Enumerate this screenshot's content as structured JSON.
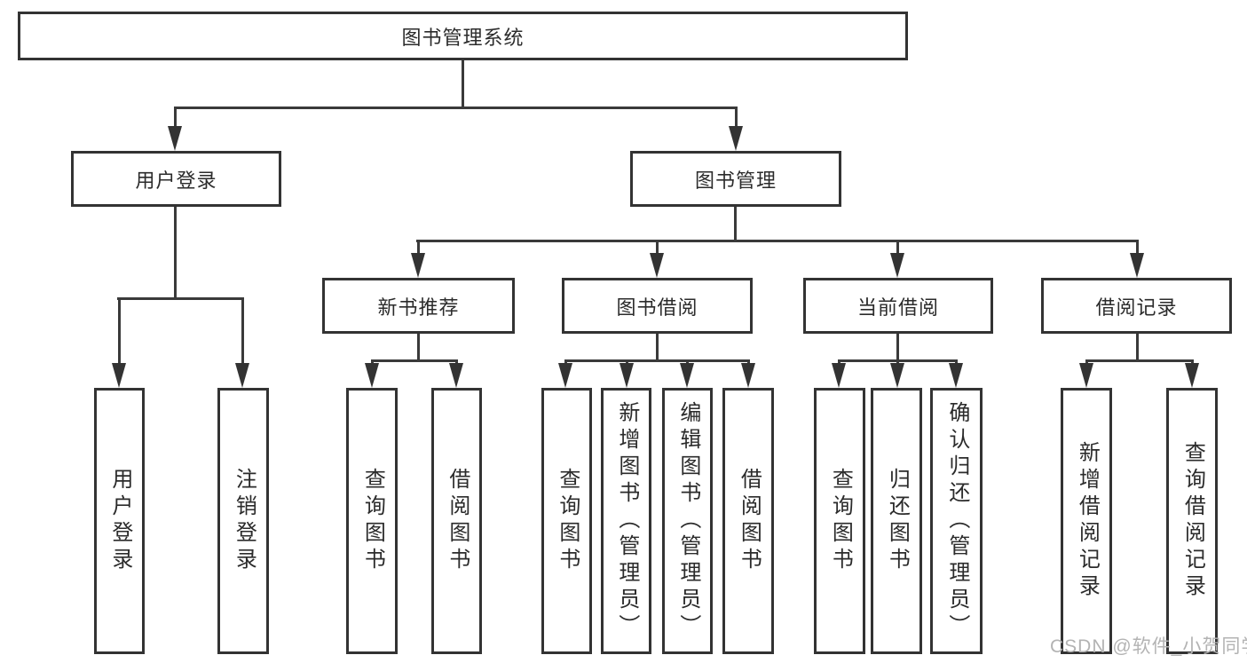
{
  "root": {
    "label": "图书管理系统"
  },
  "branches": [
    {
      "label": "用户登录",
      "children": [
        "用户登录",
        "注销登录"
      ]
    },
    {
      "label": "图书管理",
      "sub": [
        {
          "label": "新书推荐",
          "children": [
            "查询图书",
            "借阅图书"
          ]
        },
        {
          "label": "图书借阅",
          "children": [
            "查询图书",
            "新增图书（管理员）",
            "编辑图书（管理员）",
            "借阅图书"
          ]
        },
        {
          "label": "当前借阅",
          "children": [
            "查询图书",
            "归还图书",
            "确认归还（管理员）"
          ]
        },
        {
          "label": "借阅记录",
          "children": [
            "新增借阅记录",
            "查询借阅记录"
          ]
        }
      ]
    }
  ],
  "watermark": {
    "text": "CSDN @软件_小贺同学"
  },
  "colors": {
    "line": "#333333",
    "box_background": "#ffffff",
    "text": "#2b2b2b",
    "watermark": "#b3b3b3"
  }
}
